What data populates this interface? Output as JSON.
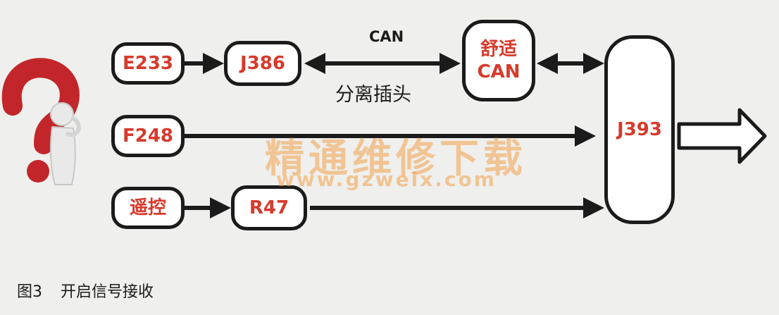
{
  "nodes": {
    "e233": "E233",
    "j386": "J386",
    "comfort_can_line1": "舒适",
    "comfort_can_line2": "CAN",
    "f248": "F248",
    "remote": "遥控",
    "r47": "R47",
    "j393": "J393"
  },
  "edges": {
    "can_label": "CAN",
    "connector_label": "分离插头"
  },
  "watermark": {
    "text_cn": "精通维修下载",
    "url": "www.gzweix.com"
  },
  "caption": {
    "figure_no": "图3",
    "title": "开启信号接收"
  },
  "colors": {
    "node_text": "#d63a2c",
    "outline": "#1b1b1b",
    "watermark": "#f2a24b"
  }
}
